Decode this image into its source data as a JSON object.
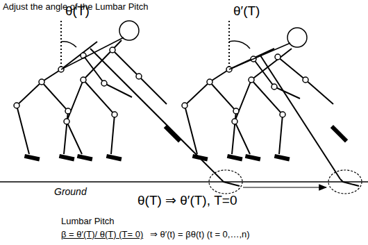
{
  "diagram": {
    "title": "Adjust the angle of the Lumbar Pitch",
    "labels": [
      "θ(T)",
      "θ′(T)",
      "Ground",
      "θ(T) ⇒ θ′(T), T=0",
      "Lumbar Pitch",
      "β = θ′(T)/ θ(T) (T= 0)",
      "⇒  θ′(t) = βθ(t) (t = 0,…,n)"
    ]
  }
}
